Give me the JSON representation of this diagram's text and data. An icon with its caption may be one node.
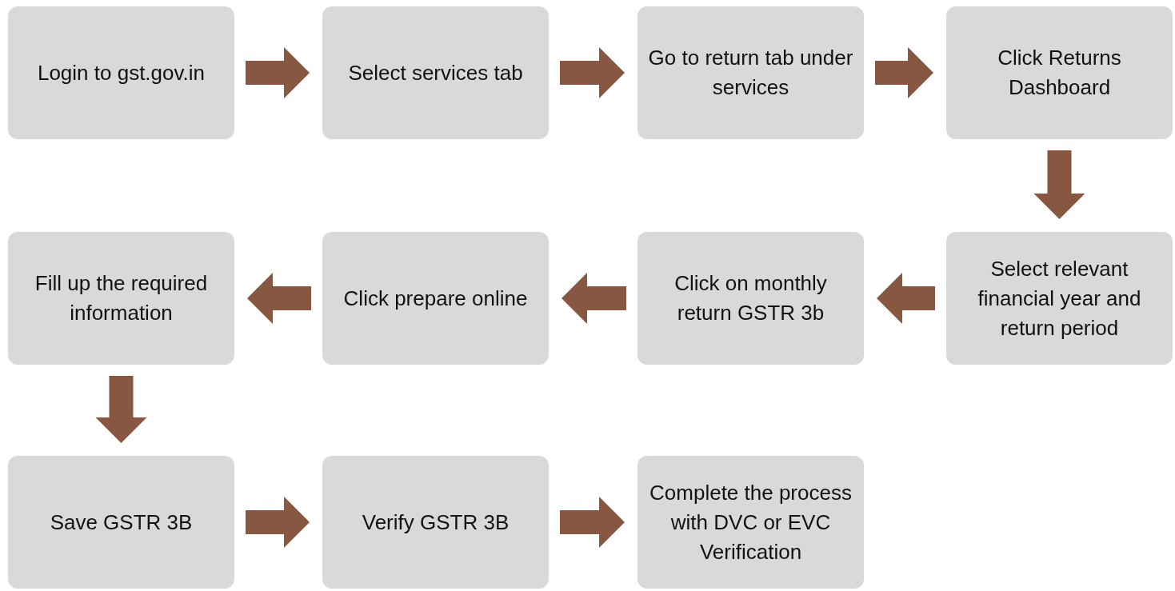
{
  "diagram": {
    "nodes": [
      {
        "text": [
          "Login to gst.gov.in"
        ]
      },
      {
        "text": [
          "Select services tab"
        ]
      },
      {
        "text": [
          "Go to return tab under services"
        ]
      },
      {
        "text": [
          "Click Returns Dashboard"
        ]
      },
      {
        "text": [
          "Fill up the required information"
        ]
      },
      {
        "text": [
          "Click prepare online"
        ]
      },
      {
        "text": [
          "Click on monthly return GSTR 3b"
        ]
      },
      {
        "text": [
          "Select relevant financial year and return period"
        ]
      },
      {
        "text": [
          "Save GSTR 3B"
        ]
      },
      {
        "text": [
          "Verify GSTR 3B"
        ]
      },
      {
        "text": [
          "Complete the process with DVC or EVC Verification"
        ]
      }
    ],
    "edges": [
      {
        "from": 0,
        "to": 1,
        "arrow": "to"
      },
      {
        "from": 1,
        "to": 2,
        "arrow": "to"
      },
      {
        "from": 2,
        "to": 3,
        "arrow": "to"
      },
      {
        "from": 3,
        "to": 7,
        "arrow": "to"
      },
      {
        "from": 7,
        "to": 6,
        "arrow": "to"
      },
      {
        "from": 6,
        "to": 5,
        "arrow": "to"
      },
      {
        "from": 5,
        "to": 4,
        "arrow": "to"
      },
      {
        "from": 4,
        "to": 8,
        "arrow": "to"
      },
      {
        "from": 8,
        "to": 9,
        "arrow": "to"
      },
      {
        "from": 9,
        "to": 10,
        "arrow": "to"
      }
    ]
  }
}
